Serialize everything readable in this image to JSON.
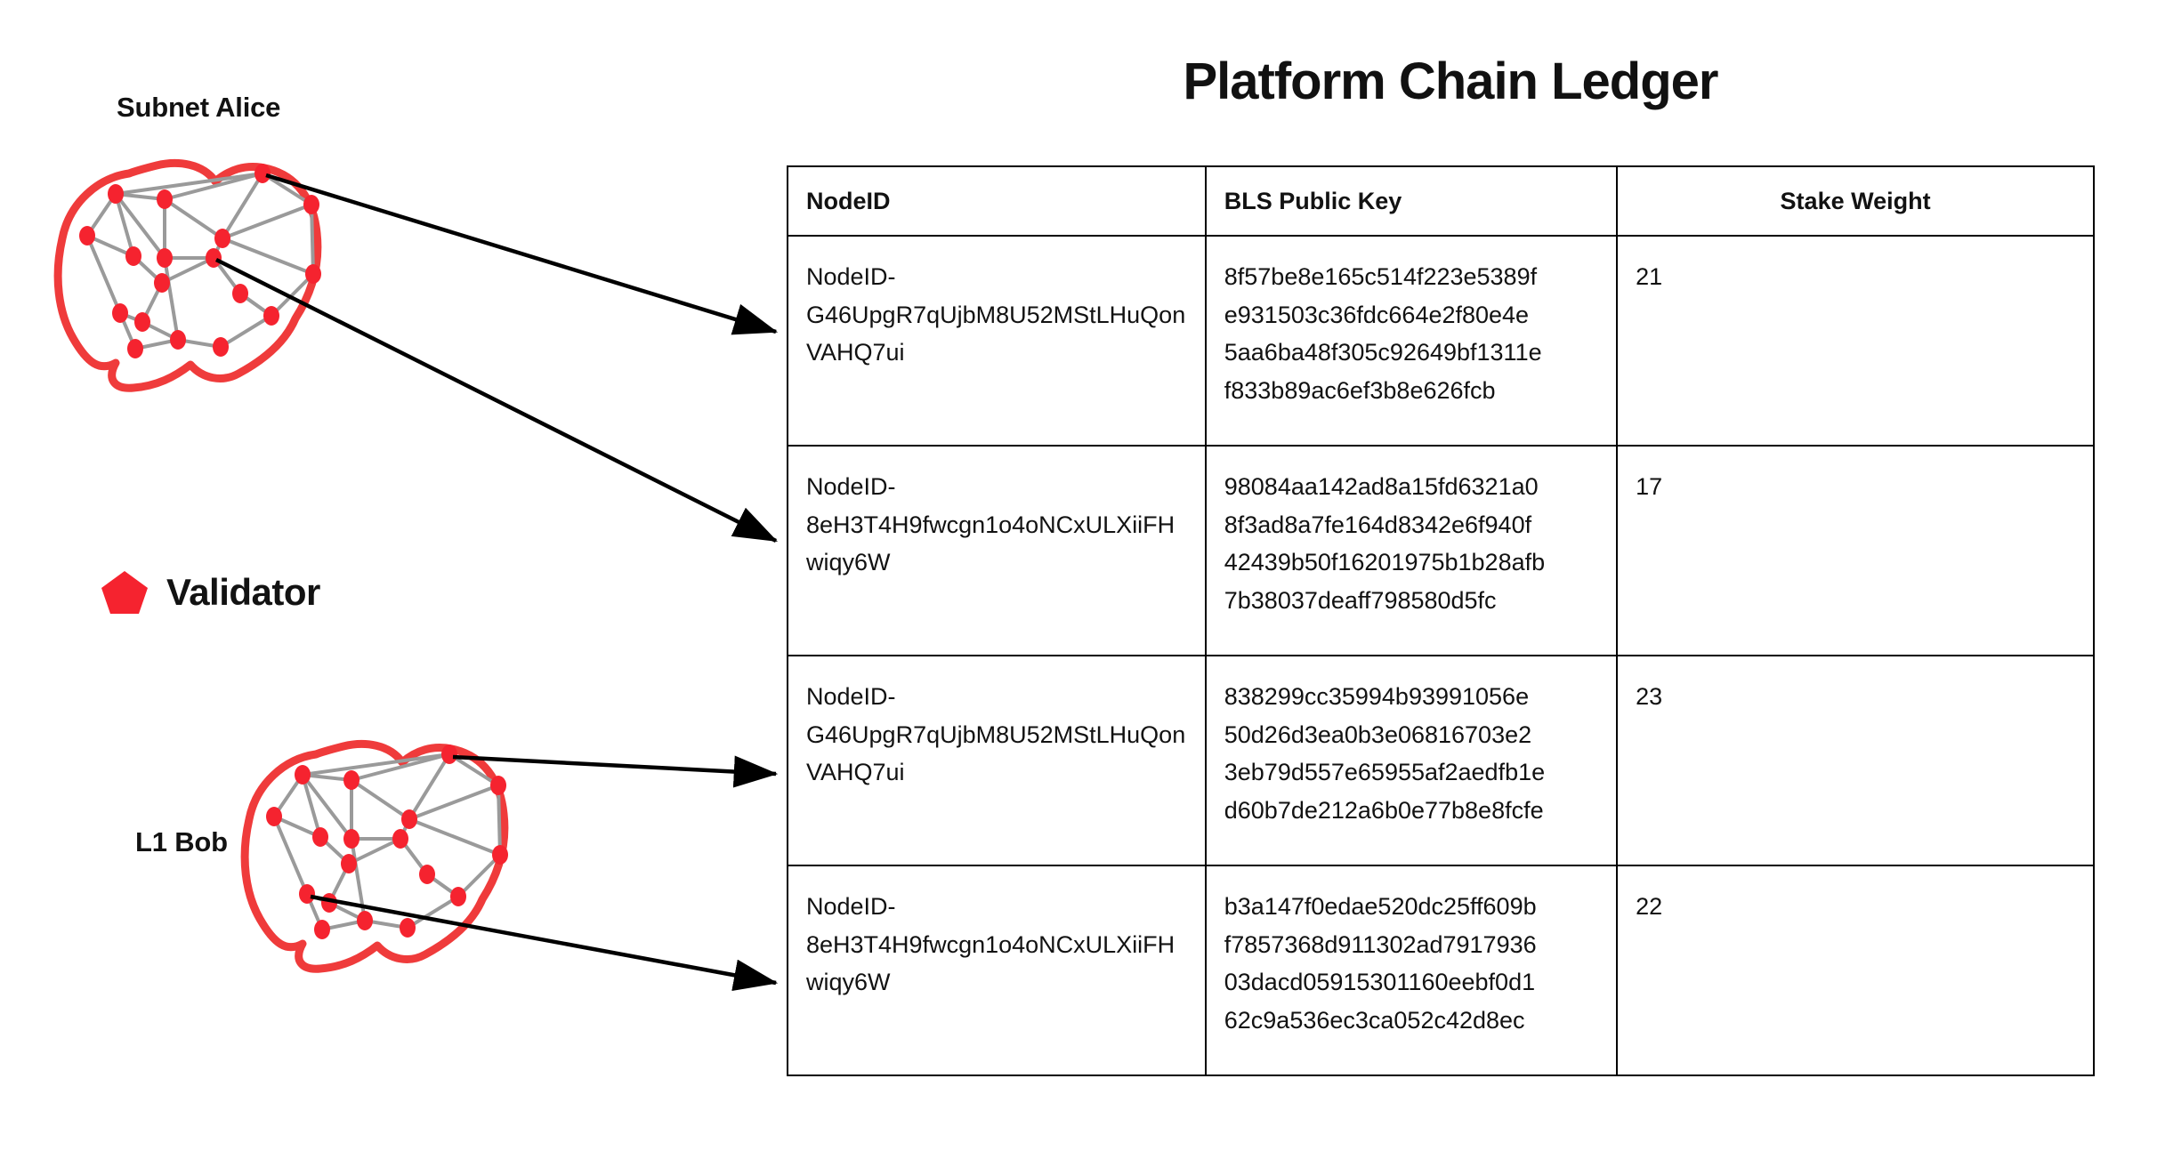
{
  "diagram": {
    "clusters": [
      {
        "id": "subnet-alice",
        "label": "Subnet Alice"
      },
      {
        "id": "l1-bob",
        "label": "L1 Bob"
      }
    ],
    "legend": {
      "icon": "pentagon-icon",
      "label": "Validator"
    },
    "colors": {
      "validator_red": "#F5232F",
      "cluster_outline_red": "#EF3B3B",
      "edge_gray": "#9A9A9A",
      "arrow_black": "#000000"
    },
    "arrows": [
      {
        "from_cluster": "subnet-alice",
        "to_row": 1
      },
      {
        "from_cluster": "subnet-alice",
        "to_row": 2
      },
      {
        "from_cluster": "l1-bob",
        "to_row": 3
      },
      {
        "from_cluster": "l1-bob",
        "to_row": 4
      }
    ]
  },
  "ledger": {
    "title": "Platform Chain Ledger",
    "columns": [
      "NodeID",
      "BLS Public Key",
      "Stake Weight"
    ],
    "rows": [
      {
        "nodeid_prefix": "NodeID-",
        "nodeid_body": "G46UpgR7qUjbM8U52MStLHuQonVAHQ7ui",
        "bls_lines": [
          "8f57be8e165c514f223e5389f",
          "e931503c36fdc664e2f80e4e",
          "5aa6ba48f305c92649bf1311e",
          "f833b89ac6ef3b8e626fcb"
        ],
        "stake_weight": "21"
      },
      {
        "nodeid_prefix": "NodeID-",
        "nodeid_body": "8eH3T4H9fwcgn1o4oNCxULXiiFHwiqy6W",
        "bls_lines": [
          "98084aa142ad8a15fd6321a0",
          "8f3ad8a7fe164d8342e6f940f",
          "42439b50f16201975b1b28afb",
          "7b38037deaff798580d5fc"
        ],
        "stake_weight": "17"
      },
      {
        "nodeid_prefix": "NodeID-",
        "nodeid_body": "G46UpgR7qUjbM8U52MStLHuQonVAHQ7ui",
        "bls_lines": [
          "838299cc35994b93991056e",
          "50d26d3ea0b3e06816703e2",
          "3eb79d557e65955af2aedfb1e",
          "d60b7de212a6b0e77b8e8fcfe"
        ],
        "stake_weight": "23"
      },
      {
        "nodeid_prefix": "NodeID-",
        "nodeid_body": "8eH3T4H9fwcgn1o4oNCxULXiiFHwiqy6W",
        "bls_lines": [
          "b3a147f0edae520dc25ff609b",
          "f7857368d911302ad7917936",
          "03dacd05915301160eebf0d1",
          "62c9a536ec3ca052c42d8ec"
        ],
        "stake_weight": "22"
      }
    ]
  }
}
